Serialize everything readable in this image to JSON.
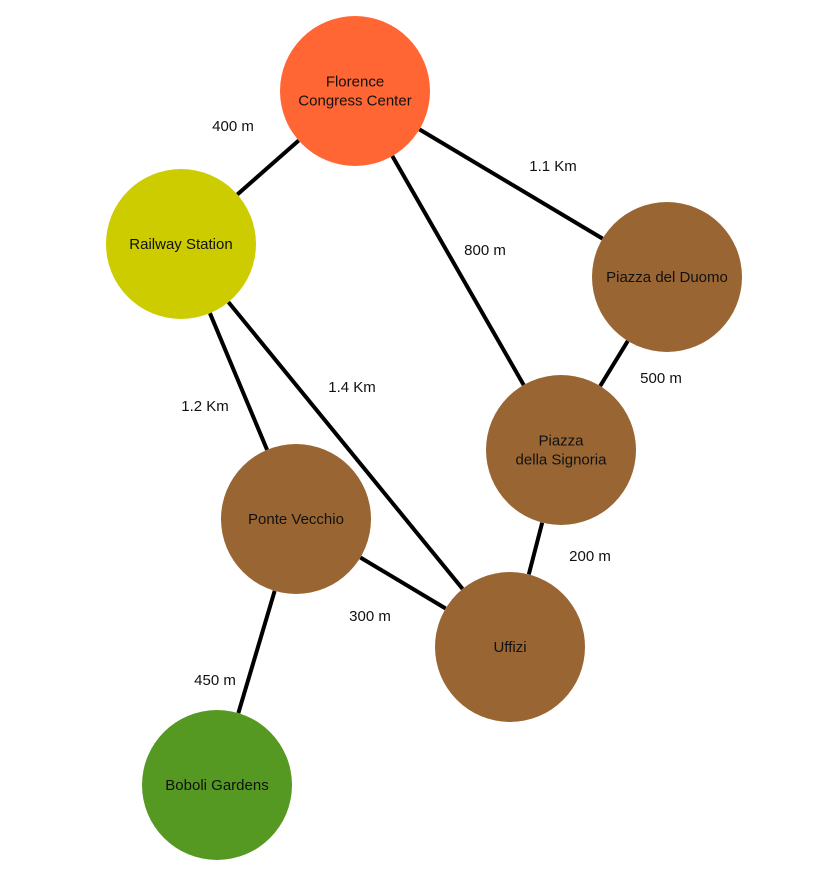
{
  "nodes": [
    {
      "id": "congress",
      "lines": [
        "Florence",
        "Congress Center"
      ],
      "color": "#ff6633"
    },
    {
      "id": "railway",
      "lines": [
        "Railway Station"
      ],
      "color": "#cccc00"
    },
    {
      "id": "duomo",
      "lines": [
        "Piazza del Duomo"
      ],
      "color": "#996633"
    },
    {
      "id": "signoria",
      "lines": [
        "Piazza",
        "della Signoria"
      ],
      "color": "#996633"
    },
    {
      "id": "vecchio",
      "lines": [
        "Ponte Vecchio"
      ],
      "color": "#996633"
    },
    {
      "id": "uffizi",
      "lines": [
        "Uffizi"
      ],
      "color": "#996633"
    },
    {
      "id": "boboli",
      "lines": [
        "Boboli Gardens"
      ],
      "color": "#559922"
    }
  ],
  "edges": [
    {
      "from": "congress",
      "to": "railway",
      "label": "400 m"
    },
    {
      "from": "congress",
      "to": "duomo",
      "label": "1.1 Km"
    },
    {
      "from": "congress",
      "to": "signoria",
      "label": "800 m"
    },
    {
      "from": "railway",
      "to": "vecchio",
      "label": "1.2 Km"
    },
    {
      "from": "railway",
      "to": "uffizi",
      "label": "1.4 Km"
    },
    {
      "from": "duomo",
      "to": "signoria",
      "label": "500 m"
    },
    {
      "from": "signoria",
      "to": "uffizi",
      "label": "200 m"
    },
    {
      "from": "vecchio",
      "to": "uffizi",
      "label": "300 m"
    },
    {
      "from": "vecchio",
      "to": "boboli",
      "label": "450 m"
    }
  ]
}
